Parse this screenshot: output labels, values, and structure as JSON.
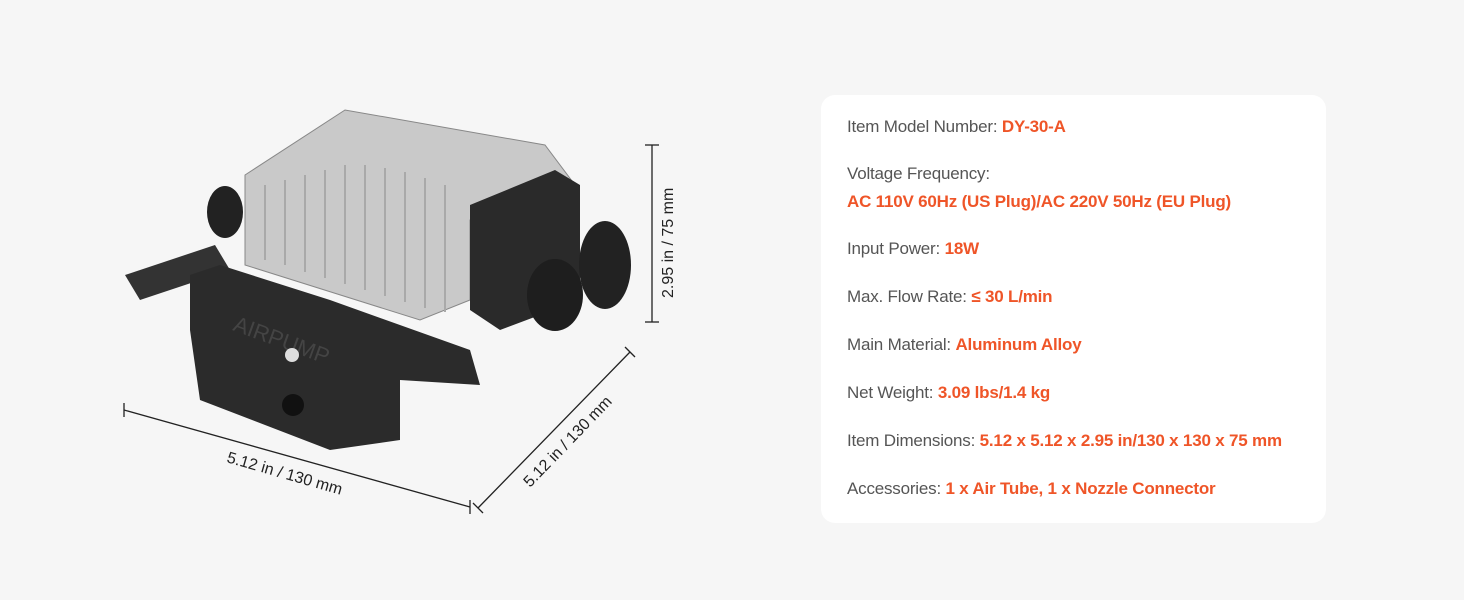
{
  "product": {
    "logo_text": "AIRPUMP",
    "dimensions": {
      "height": "2.95 in / 75 mm",
      "width": "5.12 in / 130 mm",
      "depth": "5.12 in / 130 mm"
    }
  },
  "specs": [
    {
      "label": "Item Model Number: ",
      "value": "DY-30-A"
    },
    {
      "label": "Voltage Frequency:",
      "value": "AC 110V 60Hz (US Plug)/AC 220V 50Hz (EU Plug)"
    },
    {
      "label": "Input Power: ",
      "value": "18W"
    },
    {
      "label": "Max. Flow Rate: ",
      "value": "≤ 30 L/min"
    },
    {
      "label": "Main Material: ",
      "value": "Aluminum Alloy"
    },
    {
      "label": "Net Weight: ",
      "value": "3.09 lbs/1.4 kg"
    },
    {
      "label": "Item Dimensions: ",
      "value": "5.12 x 5.12 x 2.95 in/130 x 130 x 75 mm"
    },
    {
      "label": "Accessories: ",
      "value": "1 x Air Tube, 1 x Nozzle Connector"
    }
  ],
  "colors": {
    "accent": "#ef5528",
    "background": "#f6f6f6",
    "card": "#ffffff"
  }
}
